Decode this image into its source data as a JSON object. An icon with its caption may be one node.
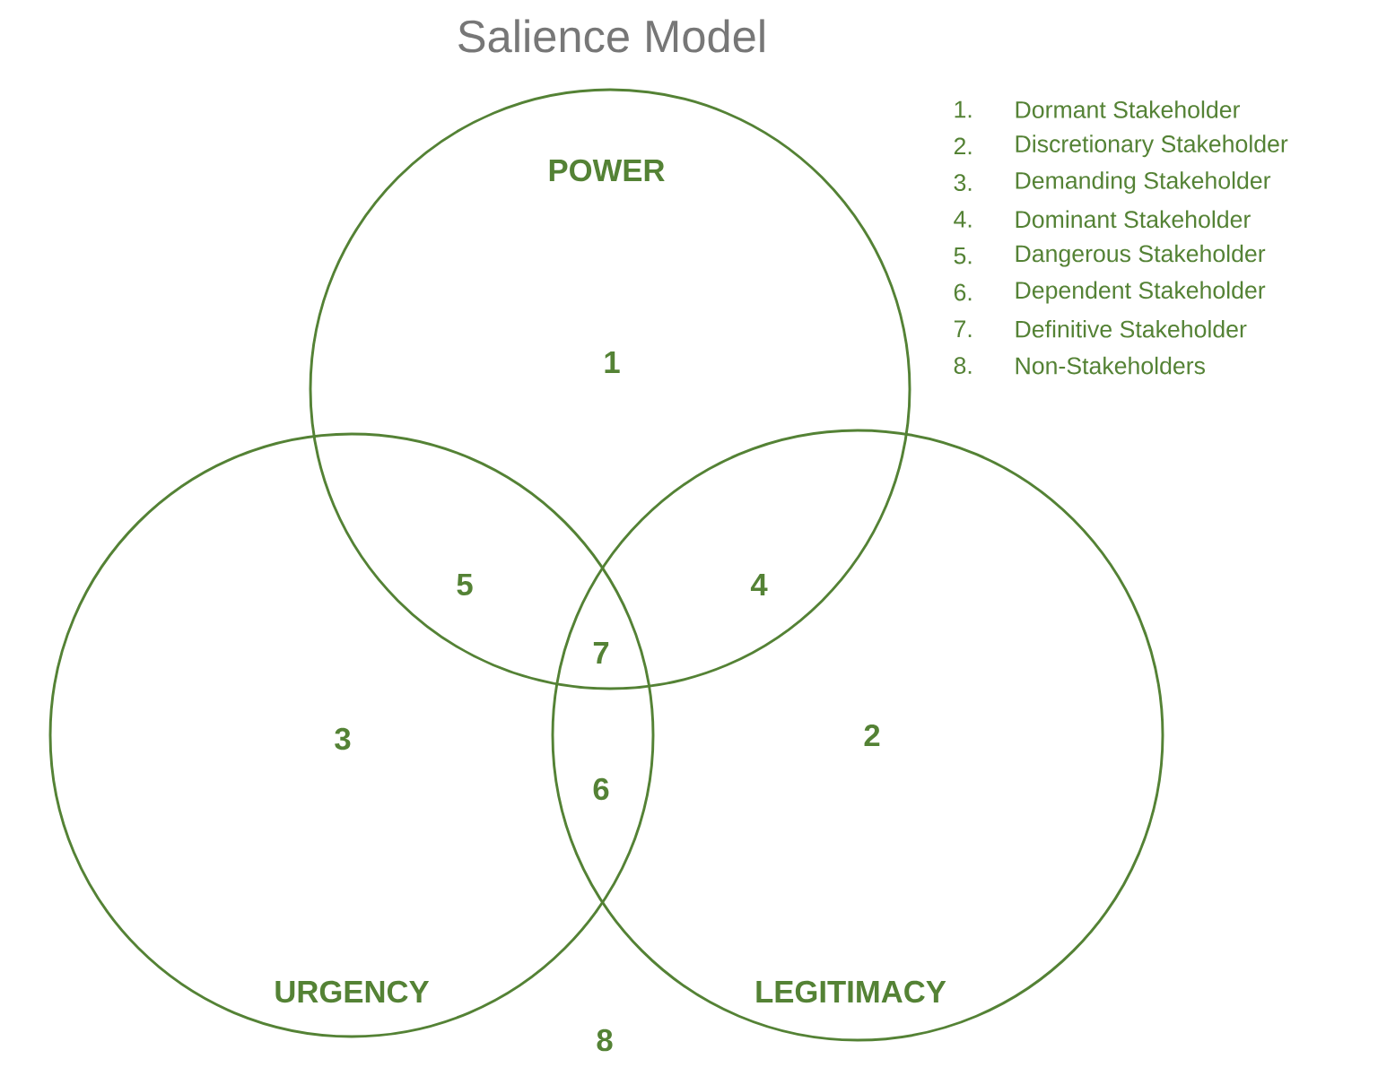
{
  "diagram": {
    "title": "Salience Model",
    "nodes": [
      {
        "text": [
          "POWER"
        ]
      },
      {
        "text": [
          "URGENCY"
        ]
      },
      {
        "text": [
          "LEGITIMACY"
        ]
      }
    ],
    "labels": [
      "1.",
      "Dormant Stakeholder",
      "2.",
      "Discretionary Stakeholder",
      "3.",
      "Demanding Stakeholder",
      "4.",
      "Dominant Stakeholder",
      "5.",
      "Dangerous Stakeholder",
      "6.",
      "Dependent Stakeholder",
      "7.",
      "Definitive Stakeholder",
      "1",
      "8.",
      "Non-Stakeholders",
      "5",
      "4",
      "7",
      "3",
      "6",
      "2",
      "8"
    ]
  }
}
